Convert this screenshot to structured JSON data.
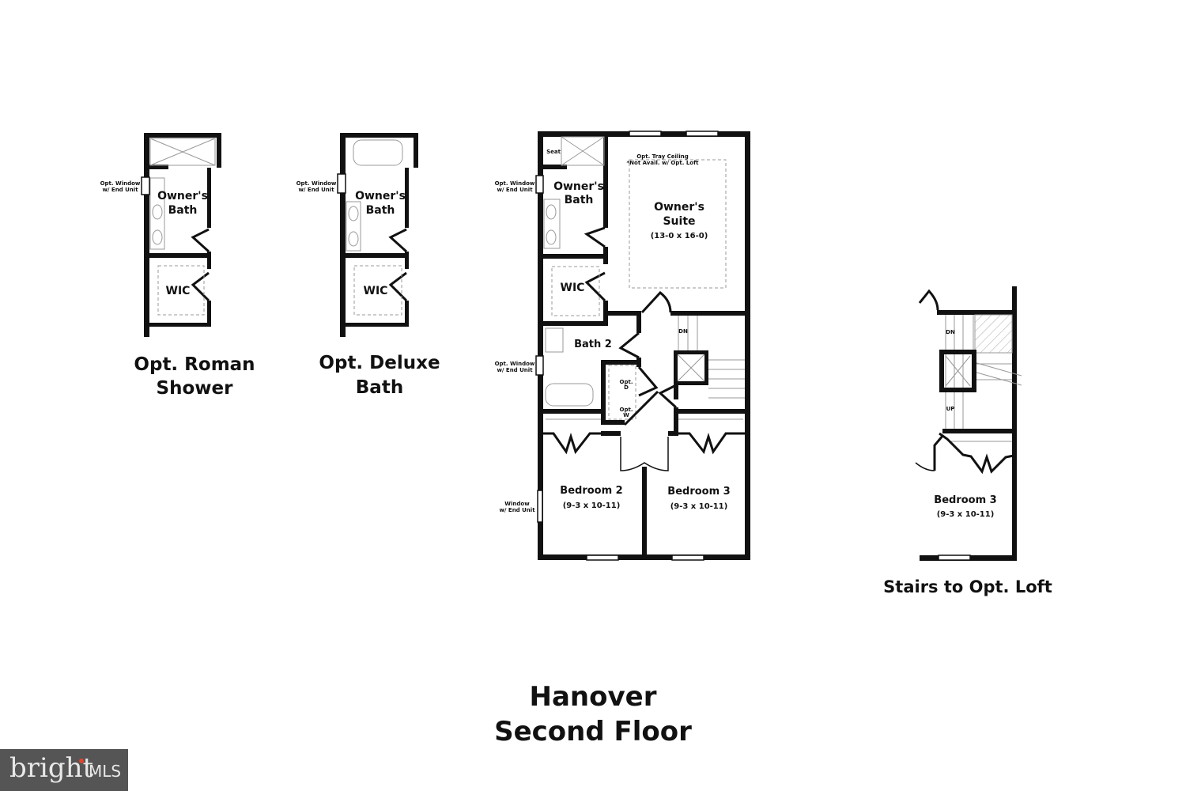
{
  "plans": {
    "roman_shower": {
      "caption_line1": "Opt. Roman",
      "caption_line2": "Shower",
      "owners_bath_line1": "Owner's",
      "owners_bath_line2": "Bath",
      "wic": "WIC",
      "window_note_line1": "Opt. Window",
      "window_note_line2": "w/ End Unit"
    },
    "deluxe_bath": {
      "caption_line1": "Opt. Deluxe",
      "caption_line2": "Bath",
      "owners_bath_line1": "Owner's",
      "owners_bath_line2": "Bath",
      "wic": "WIC",
      "window_note_line1": "Opt. Window",
      "window_note_line2": "w/ End Unit"
    },
    "main": {
      "seat": "Seat",
      "tray_line1": "Opt. Tray Ceiling",
      "tray_line2": "*Not Avail. w/ Opt. Loft",
      "owners_suite_line1": "Owner's",
      "owners_suite_line2": "Suite",
      "owners_suite_dim": "(13-0 x 16-0)",
      "owners_bath_line1": "Owner's",
      "owners_bath_line2": "Bath",
      "wic": "WIC",
      "bath2": "Bath 2",
      "opt_d_line1": "Opt.",
      "opt_d_line2": "D",
      "opt_w_line1": "Opt.",
      "opt_w_line2": "W",
      "dn": "DN",
      "bedroom2": "Bedroom 2",
      "bedroom2_dim": "(9-3 x 10-11)",
      "bedroom3": "Bedroom 3",
      "bedroom3_dim": "(9-3 x 10-11)",
      "window_note1_line1": "Opt. Window",
      "window_note1_line2": "w/ End Unit",
      "window_note2_line1": "Opt. Window",
      "window_note2_line2": "w/ End Unit",
      "window_note3_line1": "Window",
      "window_note3_line2": "w/ End Unit"
    },
    "loft": {
      "caption": "Stairs to Opt. Loft",
      "dn": "DN",
      "up": "UP",
      "bedroom3": "Bedroom 3",
      "bedroom3_dim": "(9-3 x 10-11)"
    }
  },
  "title": {
    "line1": "Hanover",
    "line2": "Second Floor"
  },
  "logo": {
    "text": "bright",
    "suffix": "MLS",
    "accent_color": "#e0452b"
  }
}
